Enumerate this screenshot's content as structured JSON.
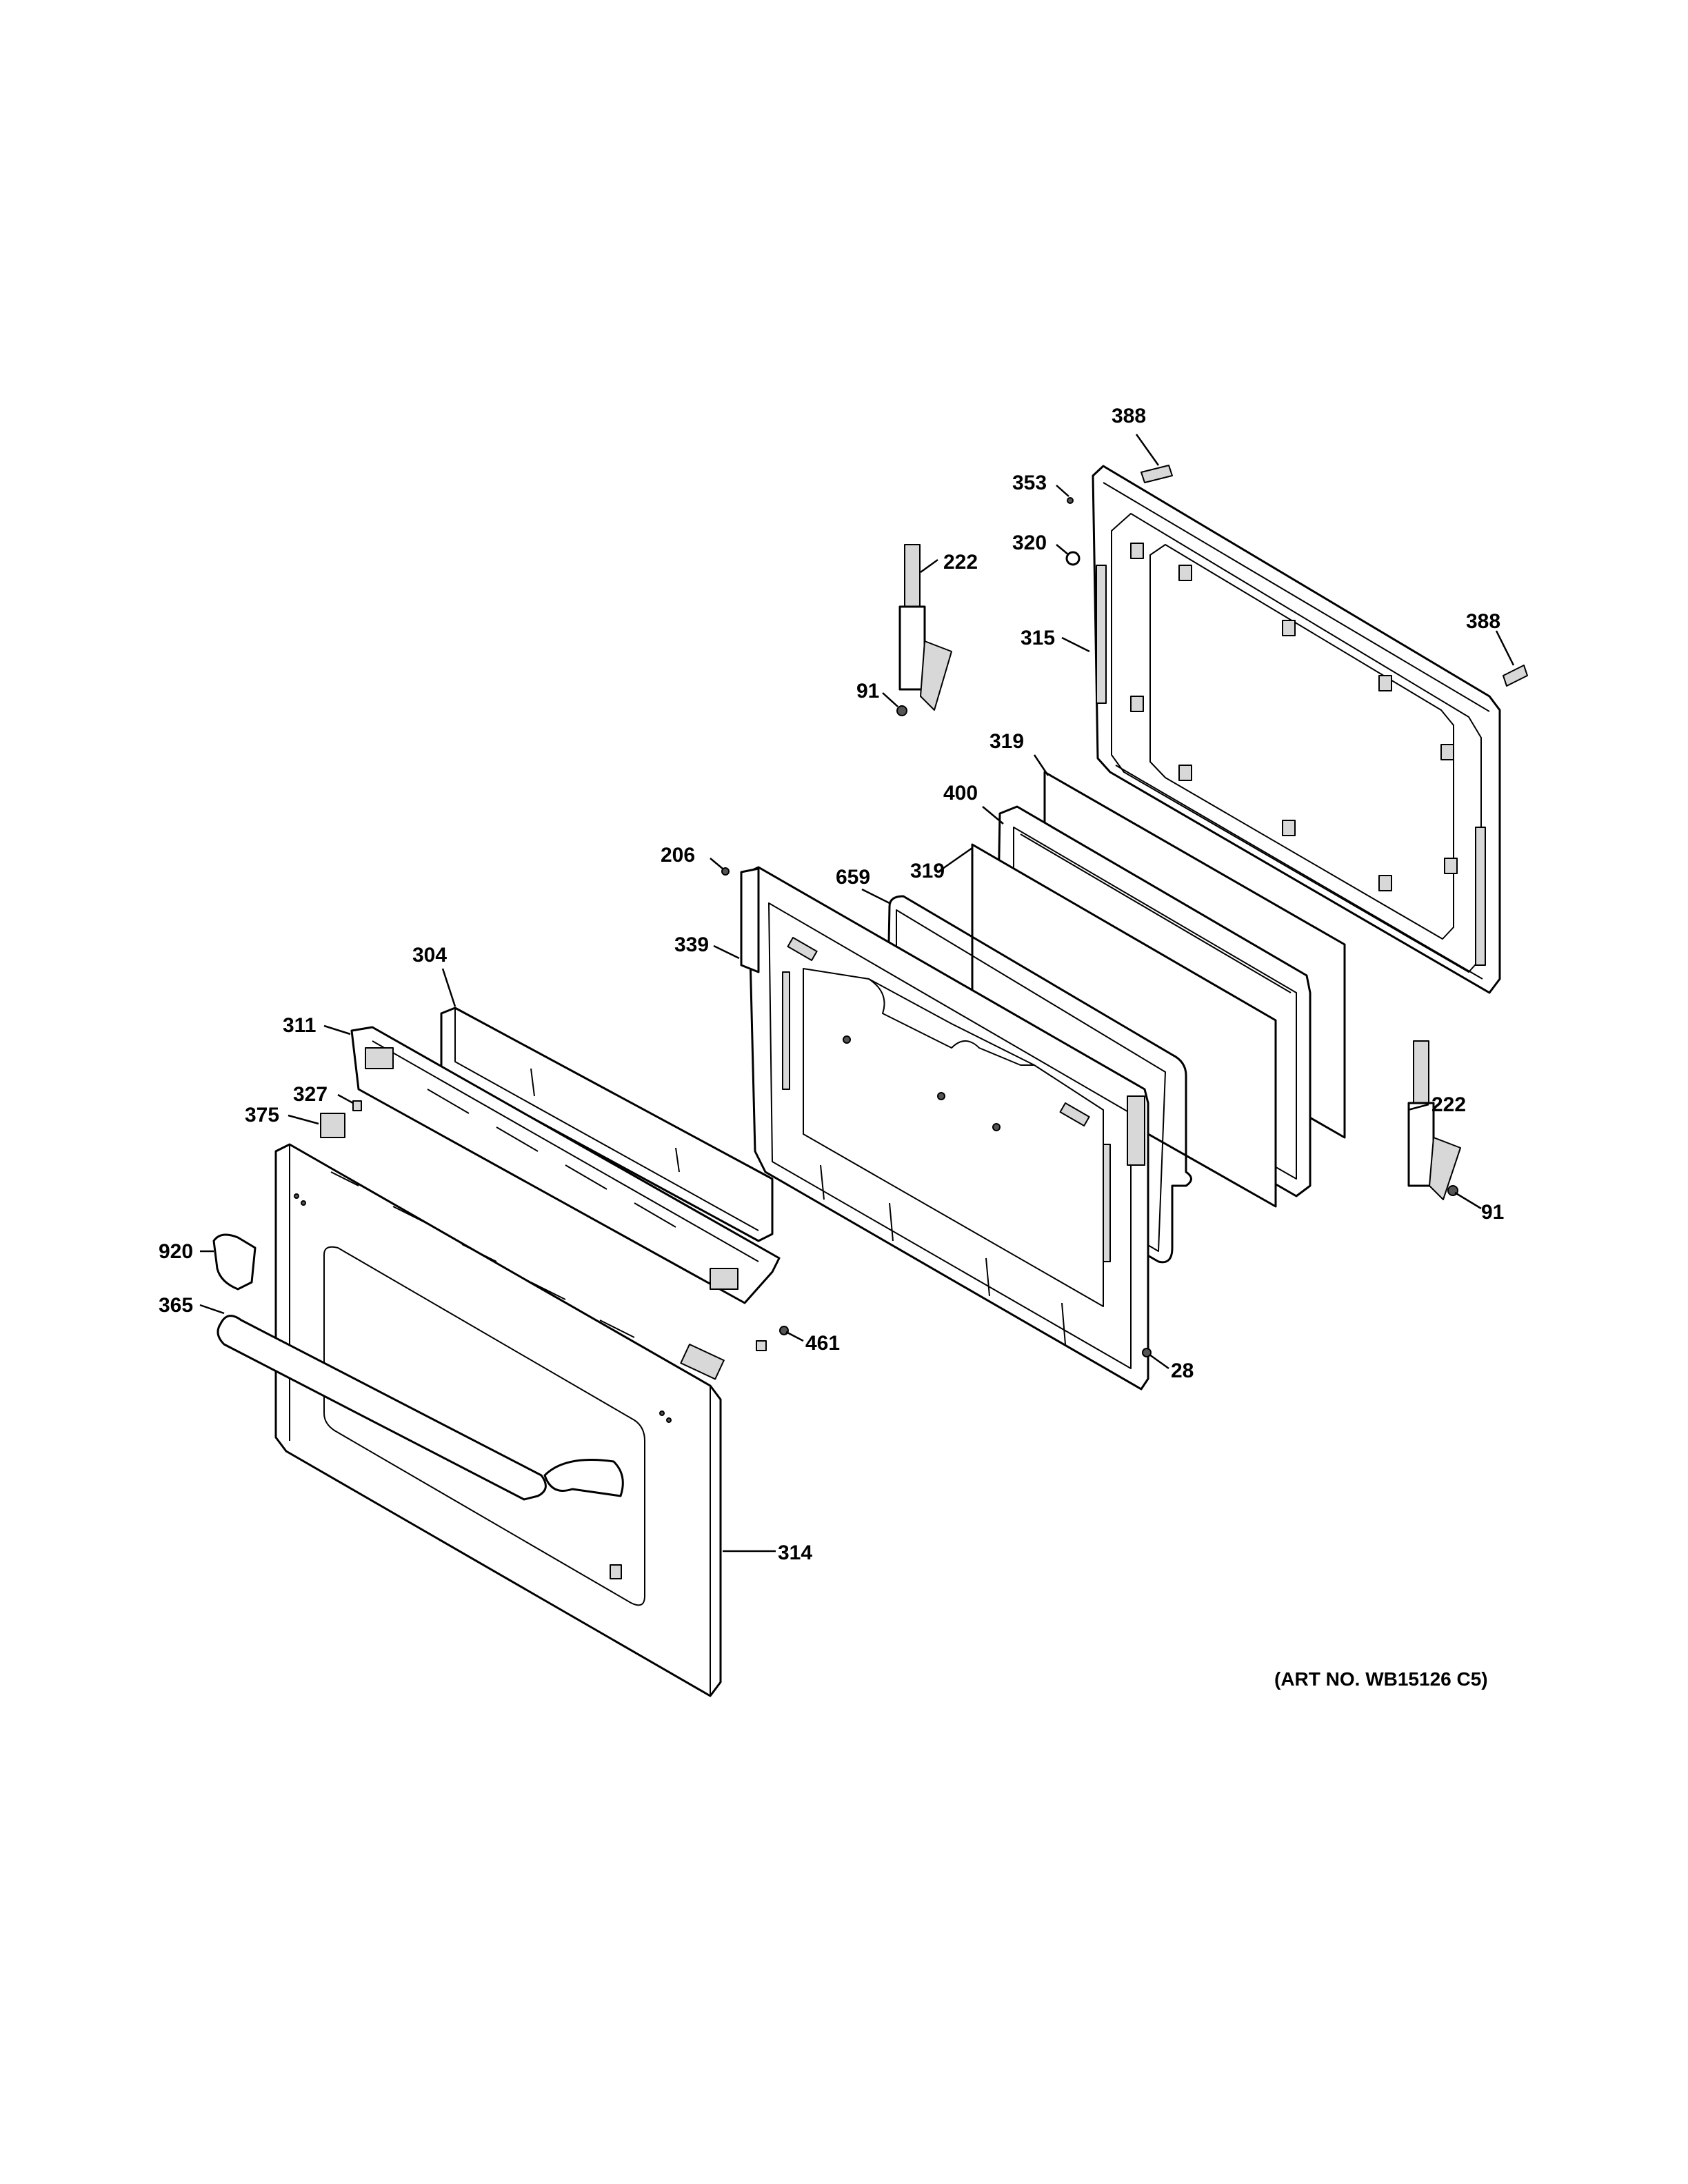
{
  "title": "",
  "art_number": "(ART NO. WB15126 C5)",
  "callouts": {
    "c388a": "388",
    "c353": "353",
    "c320": "320",
    "c222a": "222",
    "c315": "315",
    "c388b": "388",
    "c91a": "91",
    "c319a": "319",
    "c400": "400",
    "c206": "206",
    "c659": "659",
    "c319b": "319",
    "c339": "339",
    "c304": "304",
    "c311": "311",
    "c327": "327",
    "c375": "375",
    "c222b": "222",
    "c91b": "91",
    "c920": "920",
    "c365": "365",
    "c461": "461",
    "c28": "28",
    "c314": "314"
  }
}
